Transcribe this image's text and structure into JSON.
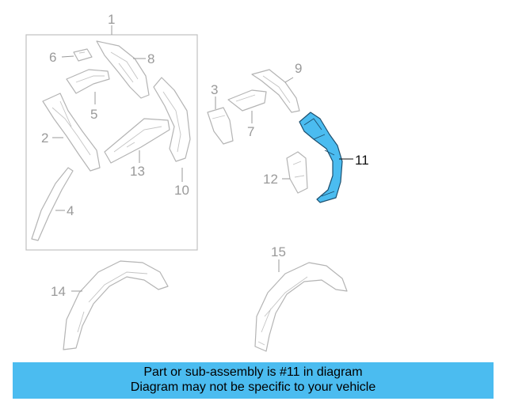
{
  "diagram": {
    "highlight_color": "#4bbcf0",
    "line_color": "#b4b4b4",
    "highlighted_part": "11",
    "callouts": {
      "c1": "1",
      "c2": "2",
      "c3": "3",
      "c4": "4",
      "c5": "5",
      "c6": "6",
      "c7": "7",
      "c8": "8",
      "c9": "9",
      "c10": "10",
      "c11": "11",
      "c12": "12",
      "c13": "13",
      "c14": "14",
      "c15": "15"
    }
  },
  "banner": {
    "color": "#4bbcf0",
    "line1": "Part or sub-assembly is #11 in diagram",
    "line2": "Diagram may not be specific to your vehicle"
  }
}
